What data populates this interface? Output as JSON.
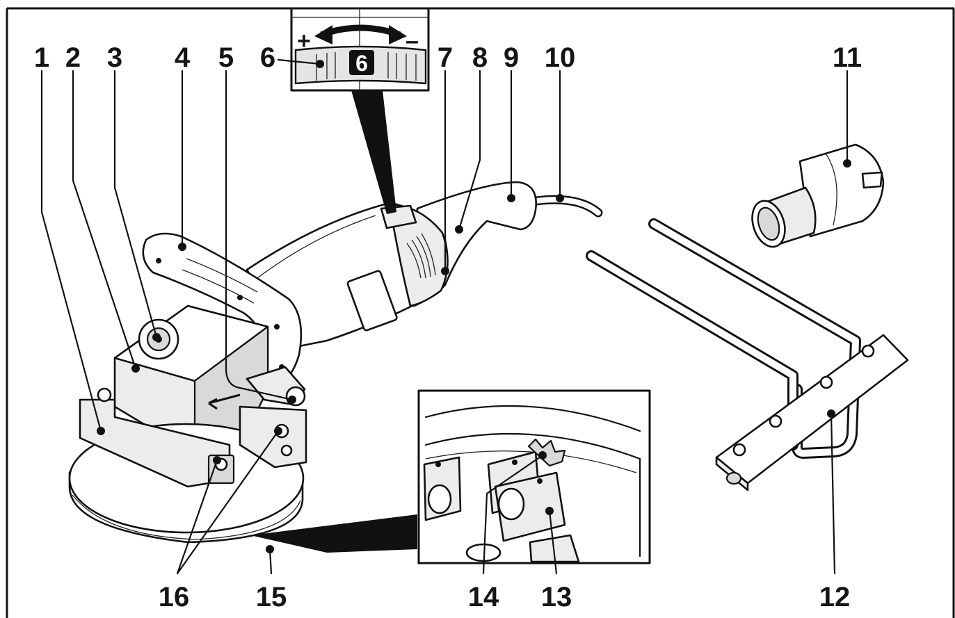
{
  "figure": {
    "callouts": [
      {
        "id": "c1",
        "text": "1"
      },
      {
        "id": "c2",
        "text": "2"
      },
      {
        "id": "c3",
        "text": "3"
      },
      {
        "id": "c4",
        "text": "4"
      },
      {
        "id": "c5",
        "text": "5"
      },
      {
        "id": "c6",
        "text": "6"
      },
      {
        "id": "c7",
        "text": "7"
      },
      {
        "id": "c8",
        "text": "8"
      },
      {
        "id": "c9",
        "text": "9"
      },
      {
        "id": "c10",
        "text": "10"
      },
      {
        "id": "c11",
        "text": "11"
      },
      {
        "id": "c12",
        "text": "12"
      },
      {
        "id": "c13",
        "text": "13"
      },
      {
        "id": "c14",
        "text": "14"
      },
      {
        "id": "c15",
        "text": "15"
      },
      {
        "id": "c16",
        "text": "16"
      }
    ],
    "dial": {
      "plus": "+",
      "minus": "–",
      "value": "6"
    },
    "colors": {
      "ink": "#111111",
      "paper": "#ffffff",
      "shade": "#e6e6e6"
    }
  }
}
